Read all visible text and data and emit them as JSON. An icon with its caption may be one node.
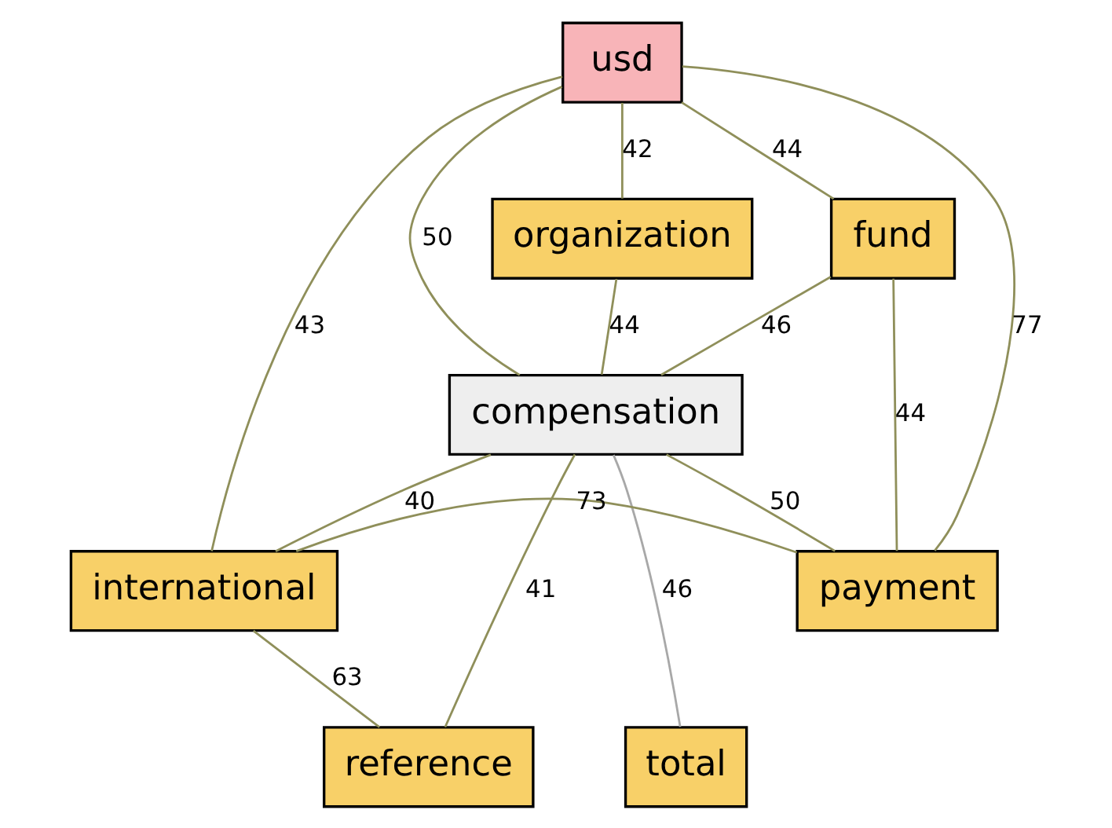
{
  "diagram": {
    "nodes": [
      {
        "text": [
          "usd"
        ]
      },
      {
        "text": [
          "organization"
        ]
      },
      {
        "text": [
          "fund"
        ]
      },
      {
        "text": [
          "compensation"
        ]
      },
      {
        "text": [
          "international"
        ]
      },
      {
        "text": [
          "payment"
        ]
      },
      {
        "text": [
          "total"
        ]
      },
      {
        "text": [
          "reference"
        ]
      }
    ],
    "edges": [
      {
        "from": 0,
        "to": 1,
        "arrow": "none",
        "label": "42"
      },
      {
        "from": 0,
        "to": 2,
        "arrow": "none",
        "label": "44"
      },
      {
        "from": 0,
        "to": 3,
        "arrow": "none",
        "label": "50"
      },
      {
        "from": 0,
        "to": 5,
        "arrow": "none",
        "label": "77"
      },
      {
        "from": 0,
        "to": 4,
        "arrow": "none",
        "label": "43"
      },
      {
        "from": 1,
        "to": 3,
        "arrow": "none",
        "label": "44"
      },
      {
        "from": 2,
        "to": 3,
        "arrow": "none",
        "label": "46"
      },
      {
        "from": 2,
        "to": 5,
        "arrow": "none",
        "label": "44"
      },
      {
        "from": 3,
        "to": 5,
        "arrow": "none",
        "label": "50"
      },
      {
        "from": 3,
        "to": 4,
        "arrow": "none",
        "label": "40"
      },
      {
        "from": 3,
        "to": 6,
        "arrow": "none",
        "label": "46",
        "color": "#a8a8a8"
      },
      {
        "from": 3,
        "to": 7,
        "arrow": "none",
        "label": "41"
      },
      {
        "from": 5,
        "to": 4,
        "arrow": "none",
        "label": "73"
      },
      {
        "from": 4,
        "to": 7,
        "arrow": "none",
        "label": "63"
      }
    ]
  }
}
